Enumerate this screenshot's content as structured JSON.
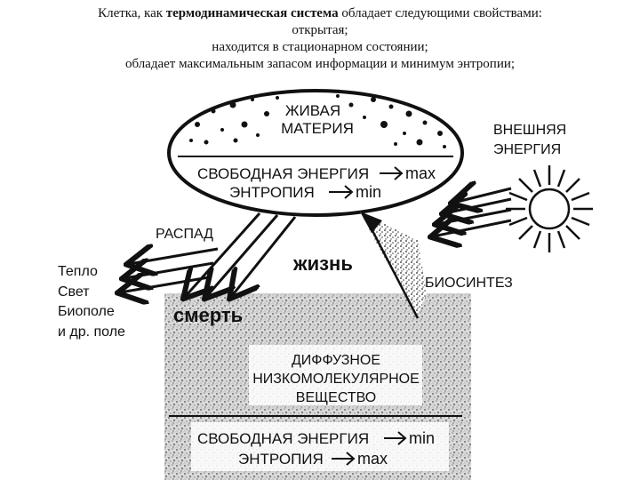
{
  "header": {
    "line1_pre": "Клетка, как ",
    "line1_bold": "термодинамическая система",
    "line1_post": " обладает следующими свойствами:",
    "line2": "открытая;",
    "line3": "находится в стационарном состоянии;",
    "line4": "обладает максимальным запасом информации и минимум энтропии;"
  },
  "diagram": {
    "living_title_1": "ЖИВАЯ",
    "living_title_2": "МАТЕРИЯ",
    "living_free_energy": "СВОБОДНАЯ ЭНЕРГИЯ",
    "living_free_energy_value": "max",
    "living_entropy": "ЭНТРОПИЯ",
    "living_entropy_value": "min",
    "external_energy_1": "ВНЕШНЯЯ",
    "external_energy_2": "ЭНЕРГИЯ",
    "decay": "РАСПАД",
    "outputs": [
      "Тепло",
      "Свет",
      "Биополе",
      "и др. поле"
    ],
    "life": "жизнь",
    "death": "смерть",
    "biosynthesis": "БИОСИНТЕЗ",
    "diffuse_1": "ДИФФУЗНОЕ",
    "diffuse_2": "НИЗКОМОЛЕКУЛЯРНОЕ",
    "diffuse_3": "ВЕЩЕСТВО",
    "bottom_free_energy": "СВОБОДНАЯ ЭНЕРГИЯ",
    "bottom_free_energy_value": "min",
    "bottom_entropy": "ЭНТРОПИЯ",
    "bottom_entropy_value": "max"
  }
}
